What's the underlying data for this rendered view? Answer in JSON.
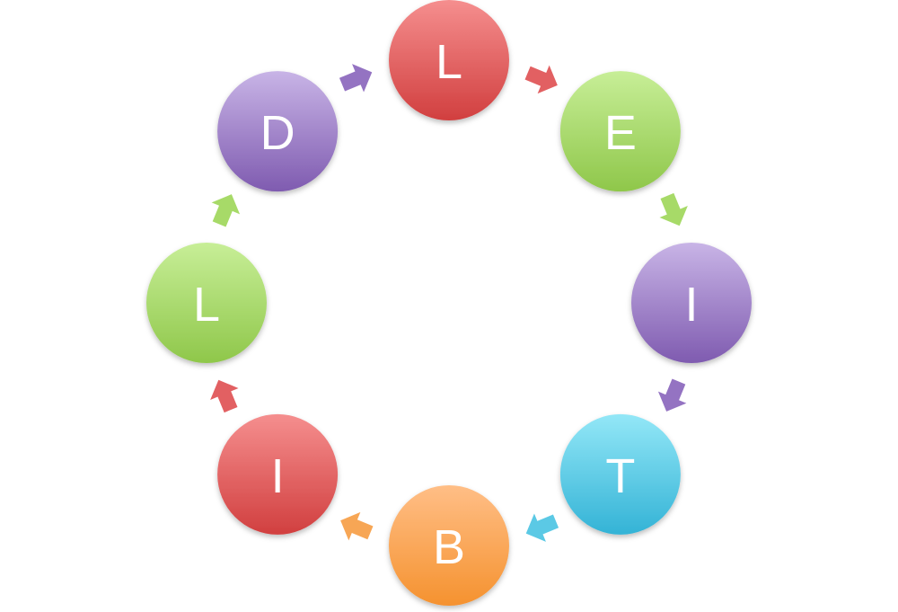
{
  "diagram": {
    "type": "cycle",
    "nodes": [
      {
        "id": "n1",
        "label": "L",
        "color": "red"
      },
      {
        "id": "n2",
        "label": "E",
        "color": "green"
      },
      {
        "id": "n3",
        "label": "I",
        "color": "purple"
      },
      {
        "id": "n4",
        "label": "T",
        "color": "cyan"
      },
      {
        "id": "n5",
        "label": "B",
        "color": "orange"
      },
      {
        "id": "n6",
        "label": "I",
        "color": "red"
      },
      {
        "id": "n7",
        "label": "L",
        "color": "green"
      },
      {
        "id": "n8",
        "label": "D",
        "color": "purple"
      }
    ],
    "arrows": [
      {
        "from": "n1",
        "to": "n2",
        "color": "red"
      },
      {
        "from": "n2",
        "to": "n3",
        "color": "green"
      },
      {
        "from": "n3",
        "to": "n4",
        "color": "purple"
      },
      {
        "from": "n4",
        "to": "n5",
        "color": "cyan"
      },
      {
        "from": "n5",
        "to": "n6",
        "color": "orange"
      },
      {
        "from": "n6",
        "to": "n7",
        "color": "red"
      },
      {
        "from": "n7",
        "to": "n8",
        "color": "green"
      },
      {
        "from": "n8",
        "to": "n1",
        "color": "purple"
      }
    ]
  },
  "colors": {
    "red": {
      "top": "#f58e8e",
      "bottom": "#d13f3f",
      "arrow": "#e0575a"
    },
    "green": {
      "top": "#c7ee97",
      "bottom": "#8fc74a",
      "arrow": "#a2d860"
    },
    "purple": {
      "top": "#c8b4e6",
      "bottom": "#7f5bb0",
      "arrow": "#8e6cbf"
    },
    "cyan": {
      "top": "#93e7f7",
      "bottom": "#33b3d6",
      "arrow": "#52c6e4"
    },
    "orange": {
      "top": "#ffbe86",
      "bottom": "#f5922f",
      "arrow": "#f7a14c"
    }
  }
}
